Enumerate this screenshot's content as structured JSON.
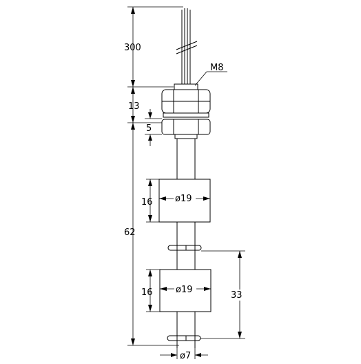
{
  "labels": {
    "cable_length": "300",
    "thread": "M8",
    "nut_height": "13",
    "gap": "5",
    "total_length": "62",
    "float1_height": "16",
    "float1_diameter": "ø19",
    "float2_height": "16",
    "float2_diameter": "ø19",
    "float_travel": "33",
    "stem_diameter": "ø7"
  }
}
